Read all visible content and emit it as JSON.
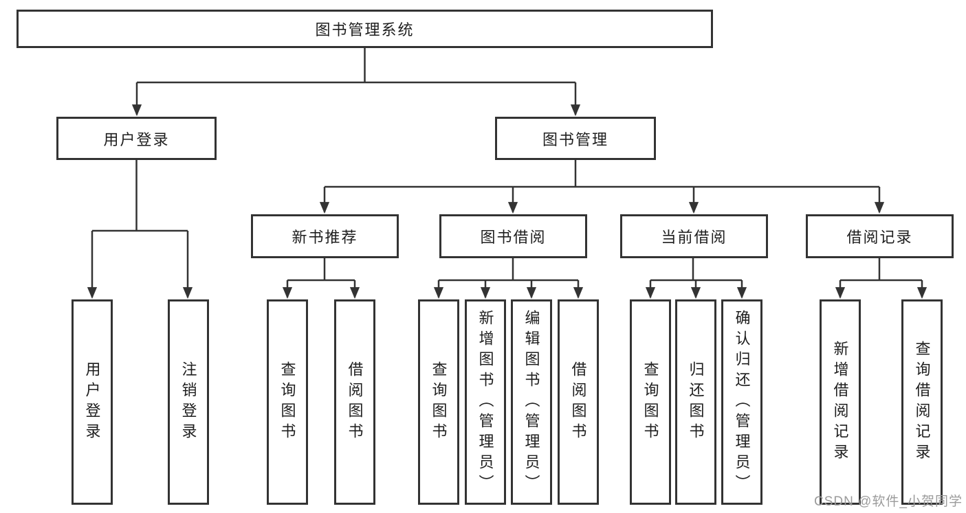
{
  "diagram": {
    "root_label": "图书管理系统",
    "branches": {
      "user_login": {
        "label": "用户登录",
        "children": [
          "用户登录",
          "注销登录"
        ]
      },
      "book_management": {
        "label": "图书管理",
        "groups": [
          {
            "label": "新书推荐",
            "children": [
              "查询图书",
              "借阅图书"
            ]
          },
          {
            "label": "图书借阅",
            "children": [
              "查询图书",
              "新增图书（管理员）",
              "编辑图书（管理员）",
              "借阅图书"
            ]
          },
          {
            "label": "当前借阅",
            "children": [
              "查询图书",
              "归还图书",
              "确认归还（管理员）"
            ]
          },
          {
            "label": "借阅记录",
            "children": [
              "新增借阅记录",
              "查询借阅记录"
            ]
          }
        ]
      }
    },
    "watermark": "CSDN @软件_小贺同学",
    "colors": {
      "line": "#333333",
      "box_border": "#333333",
      "text": "#1e1e1e",
      "watermark": "#9b9b9b",
      "background": "#ffffff"
    }
  }
}
